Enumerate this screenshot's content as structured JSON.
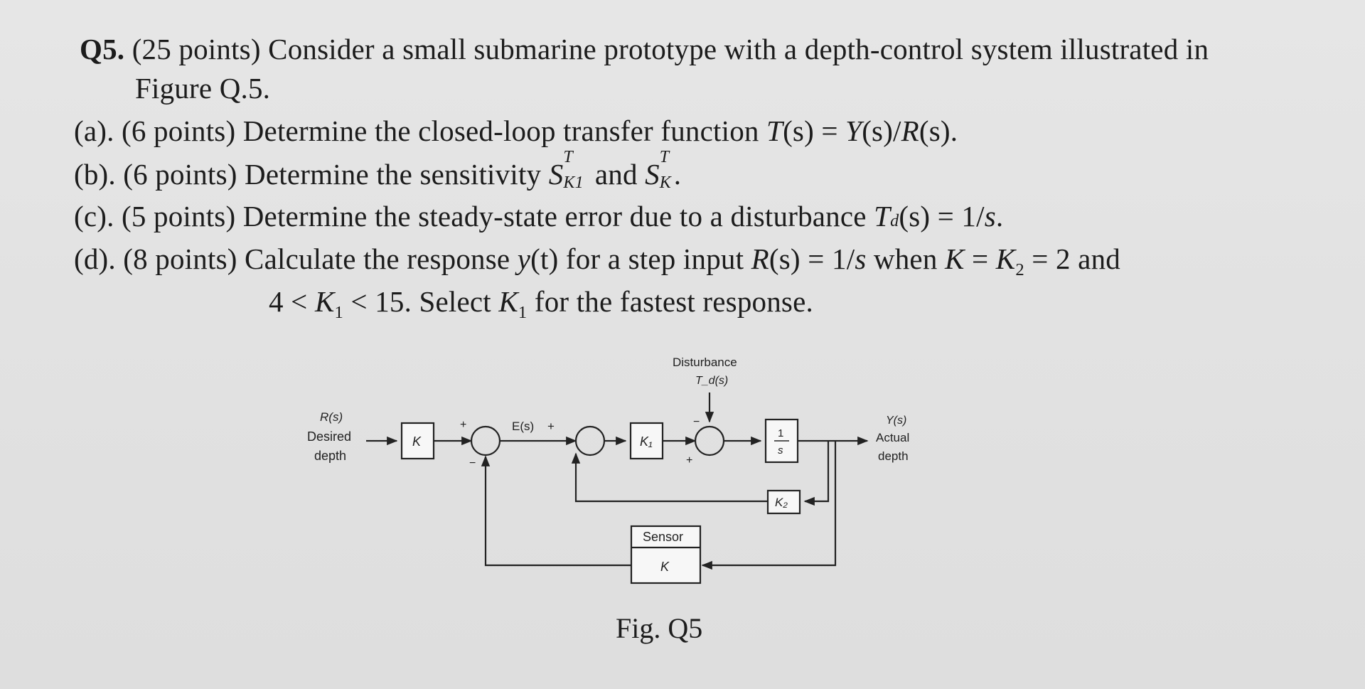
{
  "question": {
    "label": "Q5.",
    "line1_rest": " (25 points) Consider a small submarine prototype with a depth-control system illustrated in",
    "line1_cont": "Figure Q.5.",
    "a": {
      "prefix": "(a). (6 points) Determine the closed-loop transfer function ",
      "T": "T",
      "s1": "(s)",
      "eq": " = ",
      "Y": "Y",
      "s2": "(s)/",
      "R": "R",
      "s3": "(s)."
    },
    "b": {
      "prefix": "(b). (6 points) Determine the sensitivity  ",
      "S1": "S",
      "S1_sup": "T",
      "S1_sub": "K1",
      "mid": "  and  ",
      "S2": "S",
      "S2_sup": "T",
      "S2_sub": "K",
      "end": "."
    },
    "c": {
      "prefix": "(c). (5 points) Determine the steady-state error due to a disturbance ",
      "T": "T",
      "sub": "d",
      "rest": "(s) = 1/",
      "s": "s",
      "end": "."
    },
    "d": {
      "prefix": "(d). (8 points) Calculate the response ",
      "y": "y",
      "t": "(t)",
      "mid": " for a step input ",
      "R": "R",
      "rest": "(s) = 1/",
      "s": "s",
      "when": " when ",
      "K": "K",
      "eq1": " = ",
      "K2": "K",
      "K2_sub": "2",
      "end": " = 2 and",
      "line2_a": "4 < ",
      "K1": "K",
      "K1_sub": "1",
      "line2_b": " < 15. Select ",
      "K1b": "K",
      "K1b_sub": "1",
      "line2_c": " for the fastest response."
    }
  },
  "diagram": {
    "input_symbol": "R(s)",
    "input_line1": "Desired",
    "input_line2": "depth",
    "gain_K": "K",
    "error_label": "E(s)",
    "sign_plus_1": "+",
    "sign_minus_1": "−",
    "sign_plus_2": "+",
    "sign_minus_2": "−",
    "gain_K1": "K₁",
    "disturbance_title": "Disturbance",
    "disturbance_symbol": "T_d(s)",
    "sign_minus_3": "−",
    "sign_plus_3": "+",
    "integrator_num": "1",
    "integrator_den": "s",
    "output_symbol": "Y(s)",
    "output_line1": "Actual",
    "output_line2": "depth",
    "gain_K2": "K₂",
    "sensor_label": "Sensor",
    "sensor_gain": "K"
  },
  "caption": "Fig. Q5"
}
